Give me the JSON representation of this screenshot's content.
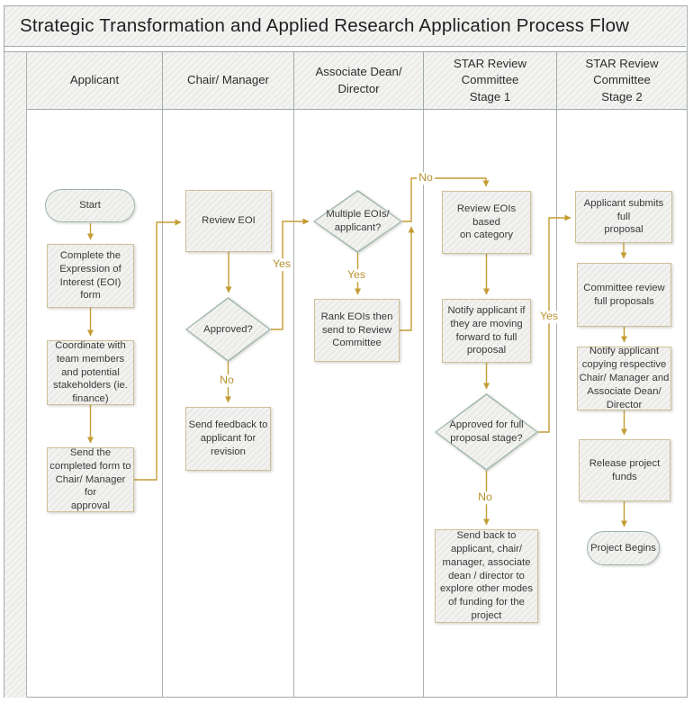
{
  "title": "Strategic Transformation and Applied Research Application Process Flow",
  "lanes": [
    {
      "label": "Applicant"
    },
    {
      "label": "Chair/ Manager"
    },
    {
      "label": "Associate Dean/\nDirector"
    },
    {
      "label": "STAR Review\nCommittee\nStage 1"
    },
    {
      "label": "STAR Review\nCommittee\nStage 2"
    }
  ],
  "nodes": {
    "start": "Start",
    "complete_eoi": "Complete the\nExpression of\nInterest (EOI) form",
    "coordinate": "Coordinate with\nteam members\nand potential\nstakeholders (ie.\nfinance)",
    "send_form": "Send the\ncompleted form to\nChair/ Manager for\napproval",
    "review_eoi": "Review EOI",
    "approved": "Approved?",
    "send_feedback": "Send feedback to\napplicant for\nrevision",
    "multiple_eois": "Multiple EOIs/\napplicant?",
    "rank_eois": "Rank EOIs then\nsend to Review\nCommittee",
    "review_eois_category": "Review EOIs based\non category",
    "notify_full": "Notify applicant if\nthey are moving\nforward to full\nproposal",
    "approved_full": "Approved for full\nproposal stage?",
    "send_back": "Send back to\napplicant, chair/\nmanager, associate\ndean / director to\nexplore other modes\nof funding for the\nproject",
    "submit_full": "Applicant submits full\nproposal",
    "committee_review": "Committee review\nfull proposals",
    "notify_copy": "Notify applicant\ncopying respective\nChair/ Manager and\nAssociate Dean/\nDirector",
    "release_funds": "Release project\nfunds",
    "project_begins": "Project Begins"
  },
  "edges": [
    {
      "from": "start",
      "to": "complete_eoi",
      "label": ""
    },
    {
      "from": "complete_eoi",
      "to": "coordinate",
      "label": ""
    },
    {
      "from": "coordinate",
      "to": "send_form",
      "label": ""
    },
    {
      "from": "send_form",
      "to": "review_eoi",
      "label": ""
    },
    {
      "from": "review_eoi",
      "to": "approved",
      "label": ""
    },
    {
      "from": "approved",
      "to": "multiple_eois",
      "label": "Yes"
    },
    {
      "from": "approved",
      "to": "send_feedback",
      "label": "No"
    },
    {
      "from": "multiple_eois",
      "to": "rank_eois",
      "label": "Yes"
    },
    {
      "from": "multiple_eois",
      "to": "review_eois_category",
      "label": "No"
    },
    {
      "from": "rank_eois",
      "to": "review_eois_category",
      "label": ""
    },
    {
      "from": "review_eois_category",
      "to": "notify_full",
      "label": ""
    },
    {
      "from": "notify_full",
      "to": "approved_full",
      "label": ""
    },
    {
      "from": "approved_full",
      "to": "submit_full",
      "label": "Yes"
    },
    {
      "from": "approved_full",
      "to": "send_back",
      "label": "No"
    },
    {
      "from": "submit_full",
      "to": "committee_review",
      "label": ""
    },
    {
      "from": "committee_review",
      "to": "notify_copy",
      "label": ""
    },
    {
      "from": "notify_copy",
      "to": "release_funds",
      "label": ""
    },
    {
      "from": "release_funds",
      "to": "project_begins",
      "label": ""
    }
  ],
  "colors": {
    "connector_gold": "#C49C34",
    "edge_label_text": "#B6922F",
    "process_border": "#CDBF98",
    "terminal_border": "#9FB4A8",
    "decision_border": "#A3B8AC",
    "lane_border": "#A2ACA7",
    "shape_fill": "#F1F1EF",
    "title_text": "#1F1F1F",
    "node_text": "#3A3A3A"
  }
}
